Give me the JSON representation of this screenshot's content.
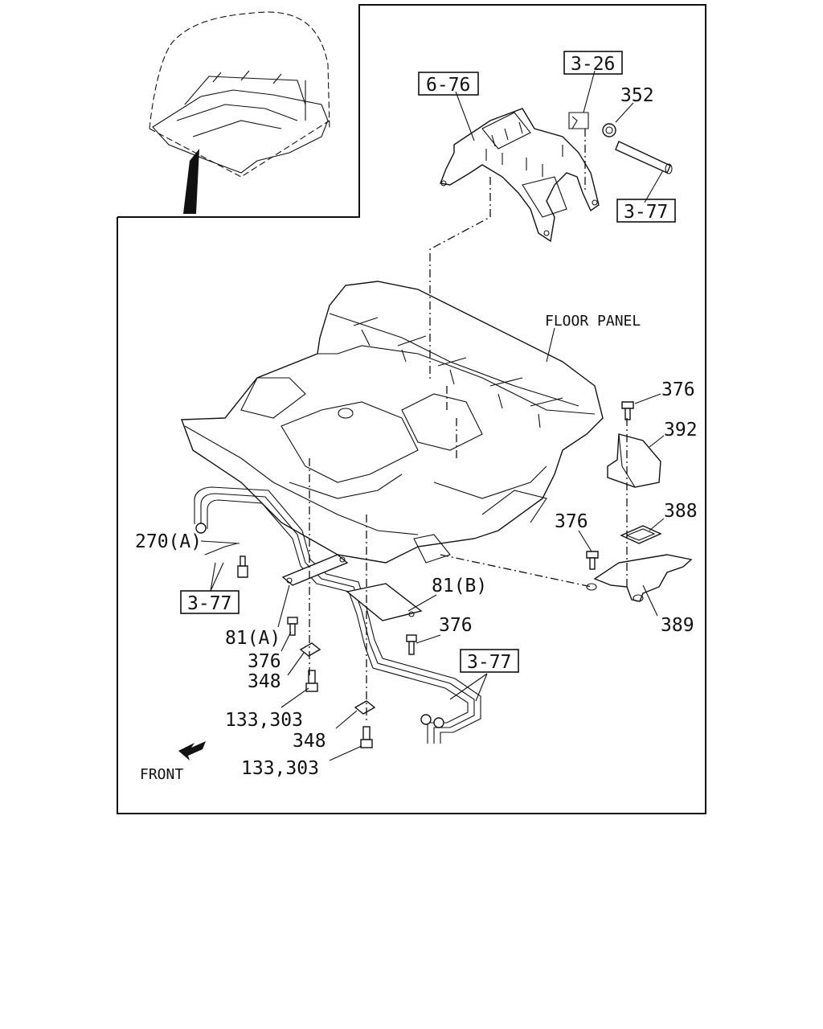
{
  "labels": {
    "ref_6_76": "6-76",
    "ref_3_26": "3-26",
    "ref_3_77_top": "3-77",
    "ref_3_77_left": "3-77",
    "ref_3_77_bottom": "3-77",
    "part_352": "352",
    "floor_panel": "FLOOR PANEL",
    "part_376_a": "376",
    "part_392": "392",
    "part_388": "388",
    "part_376_b": "376",
    "part_389": "389",
    "part_270a": "270(A)",
    "part_81b": "81(B)",
    "part_376_c": "376",
    "part_81a": "81(A)",
    "part_376_d": "376",
    "part_348_a": "348",
    "part_133_303_a": "133,303",
    "part_348_b": "348",
    "part_133_303_b": "133,303",
    "front": "FRONT"
  }
}
